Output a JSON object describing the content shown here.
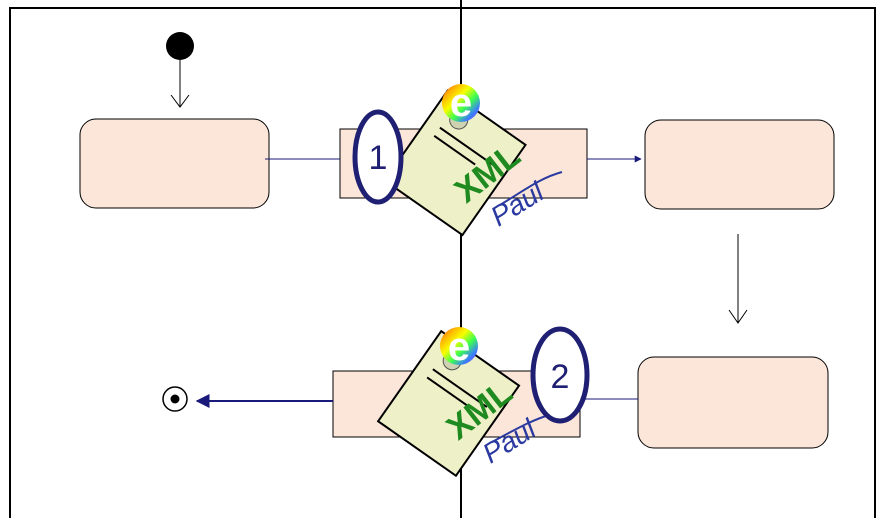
{
  "diagram": {
    "type": "uml-activity-diagram-with-swimlanes",
    "swimlanes": 2,
    "steps": [
      {
        "number": "1",
        "document_badge": {
          "letter": "e",
          "text": "XML",
          "signature": "Paul"
        }
      },
      {
        "number": "2",
        "document_badge": {
          "letter": "e",
          "text": "XML",
          "signature": "Paul"
        }
      }
    ]
  },
  "colors": {
    "node_fill": "#fbe6d9",
    "arrow": "#1a1a7a",
    "marker": "#1f1f73",
    "xml_text": "#1f8a1f",
    "signature": "#2b3aa0",
    "document_paper": "#eef0c8"
  }
}
